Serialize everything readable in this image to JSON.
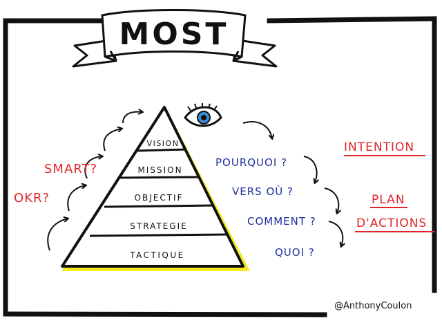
{
  "title": "MOST",
  "pyramid": {
    "levels": [
      "VISION",
      "MISSION",
      "OBJECTIF",
      "STRATEGIE",
      "TACTIQUE"
    ]
  },
  "questions": [
    "POURQUOI ?",
    "VERS OÙ ?",
    "COMMENT ?",
    "QUOI ?"
  ],
  "left_labels": [
    "SMART?",
    "OKR?"
  ],
  "right_labels": {
    "intention": "INTENTION",
    "plan_line1": "PLAN",
    "plan_line2": "D'ACTIONS"
  },
  "signature": "@AnthonyCoulon",
  "colors": {
    "ink": "#111111",
    "red": "#e0242a",
    "blue": "#1f2f9e",
    "yellow": "#f4ea1f",
    "eye_blue": "#3a8fd6"
  },
  "icons": {
    "eye": "eye-icon"
  }
}
